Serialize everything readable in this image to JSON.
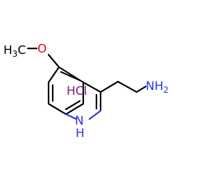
{
  "molecule": {
    "methyl_label": "H",
    "methyl_c": "C",
    "methyl_sub": "3",
    "oxygen_label": "O",
    "amine_label": "NH",
    "amine_sub": "2",
    "ring_nh_n": "N",
    "ring_nh_h": "H",
    "salt_label": "HCl"
  },
  "colors": {
    "carbon": "#000000",
    "oxygen": "#e8001c",
    "nitrogen": "#2a35e6",
    "chloride": "#7a1c80"
  }
}
